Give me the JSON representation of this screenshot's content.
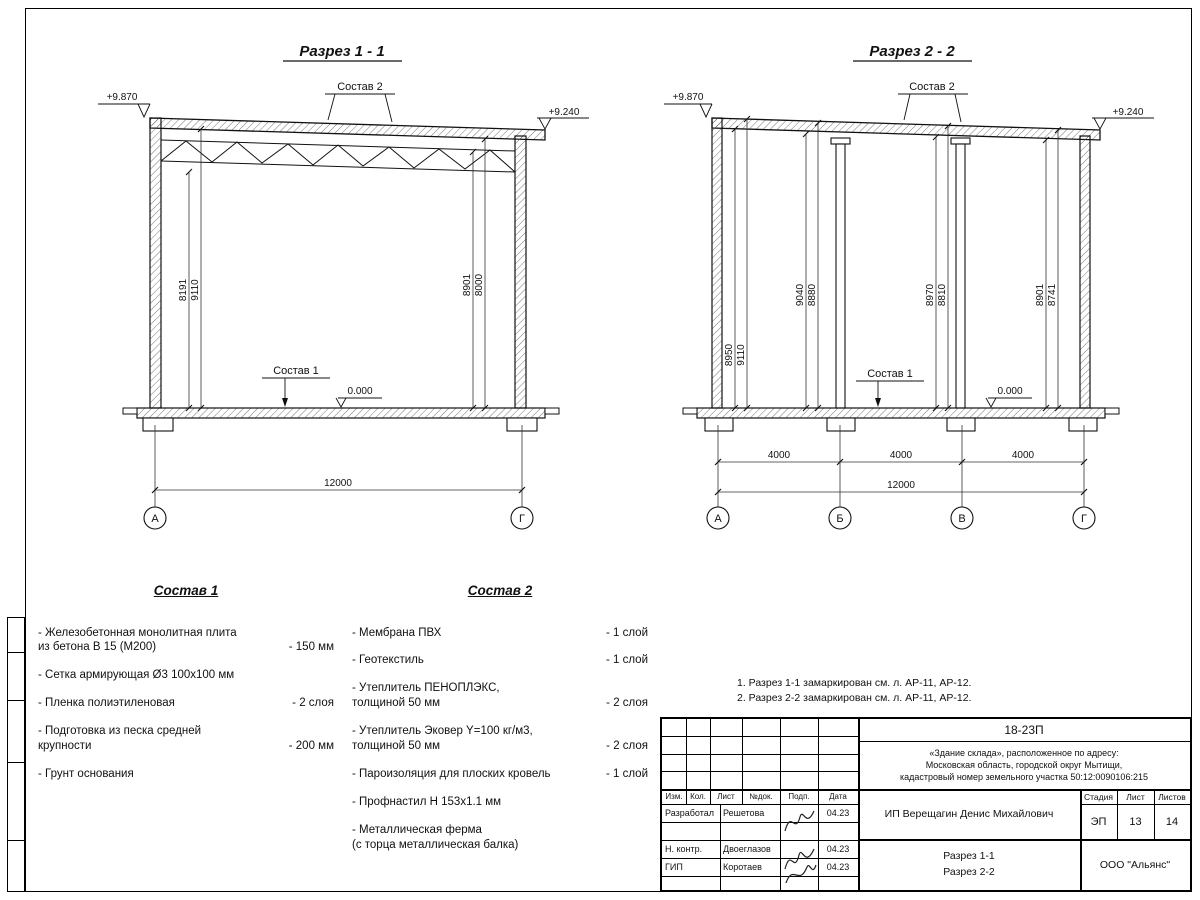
{
  "section1": {
    "title": "Разрез 1 - 1",
    "elev_top_left": "+9.870",
    "elev_top_right": "+9.240",
    "roof_label": "Состав 2",
    "floor_label": "Состав 1",
    "zero_mark": "0.000",
    "dim_v1": "8191",
    "dim_v2": "9110",
    "dim_v3": "8901",
    "dim_v4": "8000",
    "dim_total": "12000",
    "axis_a": "А",
    "axis_g": "Г"
  },
  "section2": {
    "title": "Разрез 2 - 2",
    "elev_top_left": "+9.870",
    "elev_top_right": "+9.240",
    "roof_label": "Состав 2",
    "floor_label": "Состав 1",
    "zero_mark": "0.000",
    "dim_v1": "8950",
    "dim_v2": "9110",
    "dim_v3": "9040",
    "dim_v4": "8880",
    "dim_v5": "8970",
    "dim_v6": "8810",
    "dim_v7": "8901",
    "dim_v8": "8741",
    "dim_span1": "4000",
    "dim_span2": "4000",
    "dim_span3": "4000",
    "dim_total": "12000",
    "axis_a": "А",
    "axis_b": "Б",
    "axis_v": "В",
    "axis_g": "Г"
  },
  "composition1": {
    "title": "Состав 1",
    "items": [
      {
        "text": "- Железобетонная  монолитная плита\nиз бетона В 15 (М200)",
        "value": "- 150 мм"
      },
      {
        "text": "- Сетка армирующая Ø3 100х100 мм",
        "value": ""
      },
      {
        "text": "- Пленка полиэтиленовая",
        "value": "- 2 слоя"
      },
      {
        "text": "- Подготовка из песка средней\nкрупности",
        "value": "- 200 мм"
      },
      {
        "text": "- Грунт основания",
        "value": ""
      }
    ]
  },
  "composition2": {
    "title": "Состав 2",
    "items": [
      {
        "text": "- Мембрана ПВХ",
        "value": "- 1 слой"
      },
      {
        "text": "- Геотекстиль",
        "value": "- 1 слой"
      },
      {
        "text": "- Утеплитель ПЕНОПЛЭКС,\nтолщиной 50 мм",
        "value": "- 2 слоя"
      },
      {
        "text": "- Утеплитель Эковер Y=100 кг/м3,\nтолщиной 50 мм",
        "value": "- 2 слоя"
      },
      {
        "text": "- Пароизоляция для плоских кровель",
        "value": "- 1 слой"
      },
      {
        "text": "- Профнастил Н 153х1.1 мм",
        "value": ""
      },
      {
        "text": "- Металлическая ферма\n(с торца металлическая балка)",
        "value": ""
      }
    ]
  },
  "notes": {
    "line1": "1. Разрез 1-1 замаркирован см. л. АР-11, АР-12.",
    "line2": "2. Разрез 2-2 замаркирован см. л. АР-11, АР-12."
  },
  "titleblock": {
    "doc_number": "18-23П",
    "project_line1": "«Здание склада», расположенное по адресу:",
    "project_line2": "Московская область, городской округ Мытищи,",
    "project_line3": "кадастровый номер земельного участка 50:12:0090106:215",
    "col_izm": "Изм.",
    "col_kol": "Кол.",
    "col_list": "Лист",
    "col_ndok": "№док.",
    "col_podp": "Подп.",
    "col_data": "Дата",
    "row1_role": "Разработал",
    "row1_name": "Решетова",
    "row1_date": "04.23",
    "row2_role": "Н. контр.",
    "row2_name": "Двоеглазов",
    "row2_date": "04.23",
    "row3_role": "ГИП",
    "row3_name": "Коротаев",
    "row3_date": "04.23",
    "client": "ИП Верещагин Денис Михайлович",
    "stage_label": "Стадия",
    "sheet_label": "Лист",
    "sheets_label": "Листов",
    "stage": "ЭП",
    "sheet": "13",
    "sheets": "14",
    "drawing_title_line1": "Разрез 1-1",
    "drawing_title_line2": "Разрез 2-2",
    "company": "ООО \"Альянс\""
  }
}
